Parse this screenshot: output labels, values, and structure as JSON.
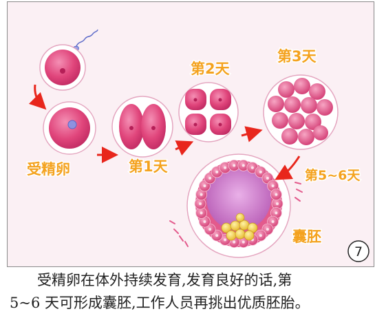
{
  "stages": {
    "fertilized_egg": "受精卵",
    "day1": "第1天",
    "day2": "第2天",
    "day3": "第3天",
    "day5_6": "第5~6天",
    "blastocyst": "囊胚"
  },
  "panel_number": "7",
  "caption": {
    "line1": "受精卵在体外持续发育,发育良好的话,第",
    "line2": "5~6 天可形成囊胚,工作人员再挑出优质胚胎。"
  },
  "colors": {
    "panel_bg": "#fbf0f4",
    "label": "#f4a21e",
    "arrow": "#e8261c",
    "cell": "#e0457b",
    "cavity": "#c879c8",
    "inner_mass": "#f3d24c"
  }
}
